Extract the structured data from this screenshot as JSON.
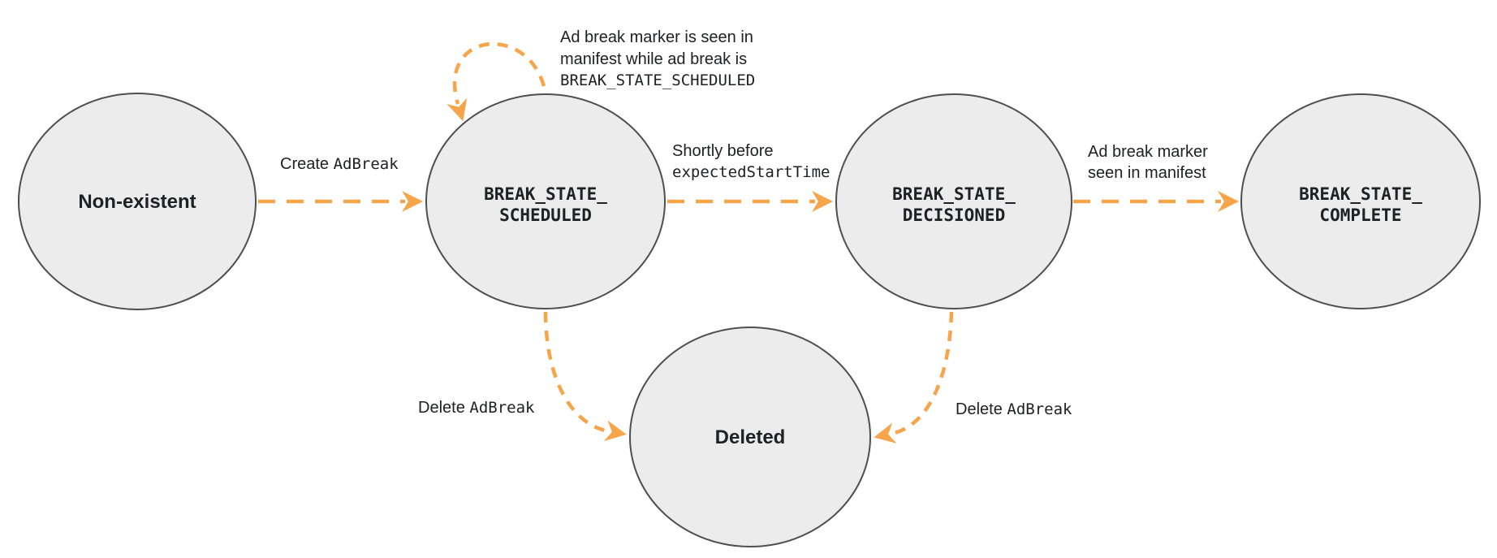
{
  "diagram": {
    "title_semantic": "ad-break-state-machine",
    "colors": {
      "arrow_orange": "#f7a54a",
      "node_fill": "#ececec",
      "node_border": "#4f4f4f",
      "text": "#202124",
      "background": "#ffffff"
    },
    "states": {
      "non_existent": {
        "label": "Non-existent"
      },
      "scheduled": {
        "line1": "BREAK_STATE_",
        "line2": "SCHEDULED"
      },
      "decisioned": {
        "line1": "BREAK_STATE_",
        "line2": "DECISIONED"
      },
      "complete": {
        "line1": "BREAK_STATE_",
        "line2": "COMPLETE"
      },
      "deleted": {
        "label": "Deleted"
      }
    },
    "transitions": {
      "create_adbreak": {
        "prefix": "Create ",
        "code": "AdBreak"
      },
      "self_loop": {
        "line1": "Ad break marker is seen in",
        "line2": "manifest while ad break is",
        "line3": "BREAK_STATE_SCHEDULED"
      },
      "shortly_before": {
        "line1": "Shortly before",
        "code": "expectedStartTime"
      },
      "marker_seen": {
        "line1": "Ad break marker",
        "line2": "seen in manifest"
      },
      "delete_from_scheduled": {
        "prefix": "Delete ",
        "code": "AdBreak"
      },
      "delete_from_decisioned": {
        "prefix": "Delete ",
        "code": "AdBreak"
      }
    }
  }
}
